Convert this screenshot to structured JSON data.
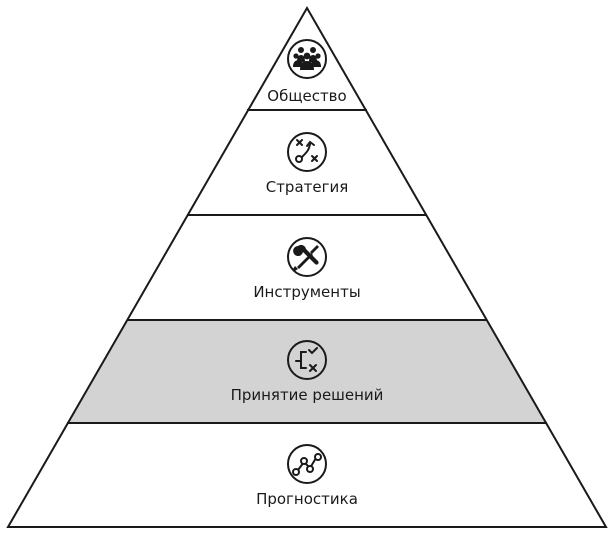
{
  "levels": [
    {
      "label": "Общество",
      "icon": "people-group-icon",
      "fill": "#ffffff"
    },
    {
      "label": "Стратегия",
      "icon": "strategy-path-icon",
      "fill": "#ffffff"
    },
    {
      "label": "Инструменты",
      "icon": "tools-icon",
      "fill": "#ffffff"
    },
    {
      "label": "Принятие решений",
      "icon": "decision-checklist-icon",
      "fill": "#d3d3d3"
    },
    {
      "label": "Прогностика",
      "icon": "trend-line-icon",
      "fill": "#ffffff"
    }
  ],
  "colors": {
    "stroke": "#1a1a1a",
    "highlight": "#d3d3d3",
    "background": "#ffffff"
  }
}
